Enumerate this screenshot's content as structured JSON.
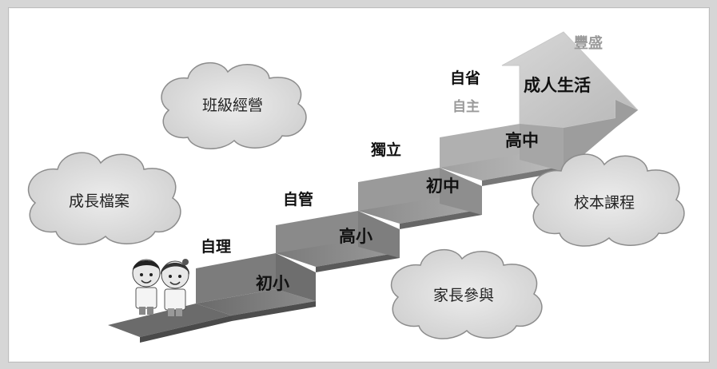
{
  "steps": [
    {
      "label": "初小",
      "side": "自理"
    },
    {
      "label": "高小",
      "side": "自管"
    },
    {
      "label": "初中",
      "side": "獨立"
    },
    {
      "label": "高中",
      "side": "自主"
    }
  ],
  "top": {
    "label": "成人生活",
    "side": "自省",
    "peak": "豐盛"
  },
  "clouds": [
    {
      "text": "班級經營"
    },
    {
      "text": "成長檔案"
    },
    {
      "text": "校本課程"
    },
    {
      "text": "家長參與"
    }
  ],
  "colors": {
    "step_dark": "#5f5f5f",
    "step_mid": "#8a8a8a",
    "step_light": "#bdbdbd",
    "cloud_fill": "#e3e3e3",
    "cloud_stroke": "#8c8c8c",
    "accent_gray": "#9a9a9a"
  },
  "figures": {
    "icon": "children-icon"
  }
}
